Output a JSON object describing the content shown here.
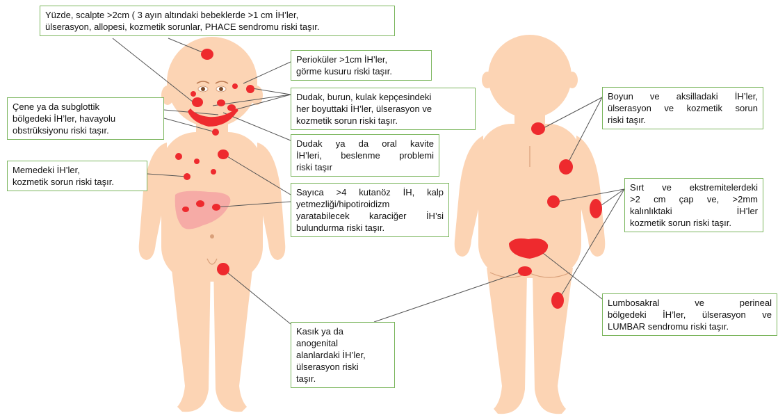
{
  "colors": {
    "skin": "#fcd4b4",
    "skin_shadow": "#f5c39c",
    "lesion": "#ee2a2e",
    "liver": "#f4a3a3",
    "box_border": "#7ab55c",
    "leader": "#555555"
  },
  "callouts": {
    "face_scalp": [
      "Yüzde, scalpte >2cm ( 3 ayın altındaki bebeklerde >1 cm İH’ler,",
      "ülserasyon, allopesi, kozmetik sorunlar, PHACE sendromu riski taşır."
    ],
    "periocular": [
      "Perioküler >1cm İH’ler,",
      "görme kusuru riski taşır."
    ],
    "lip_nose_ear": [
      "Dudak, burun, kulak kepçesindeki",
      "her boyuttaki İH’ler, ülserasyon ve",
      "kozmetik sorun riski taşır."
    ],
    "chin_subglottic": [
      "Çene ya da subglottik",
      "bölgedeki İH’ler, havayolu",
      "obstrüksiyonu riski taşır."
    ],
    "oral_cavity": [
      "Dudak ya da oral kavite",
      "İH’leri, beslenme problemi",
      "riski taşır"
    ],
    "breast": [
      "Memedeki İH’ler,",
      "kozmetik sorun riski taşır."
    ],
    "multiple_cutaneous": [
      "Sayıca >4 kutanöz İH, kalp",
      "yetmezliği/hipotiroidizm",
      "yaratabilecek karaciğer İH’si",
      "bulundurma riski taşır."
    ],
    "groin_anogenital": [
      "Kasık ya da",
      "anogenital",
      "alanlardaki İH’ler,",
      "ülserasyon riski",
      "taşır."
    ],
    "neck_axilla": [
      "Boyun ve aksilladaki İH’ler,",
      "ülserasyon ve kozmetik sorun",
      "riski taşır."
    ],
    "back_extremity": [
      "Sırt ve ekstremitelerdeki",
      ">2 cm çap ve, >2mm",
      "kalınlıktaki İH’ler",
      "kozmetik sorun riski taşır."
    ],
    "lumbosacral": [
      "Lumbosakral ve perineal",
      "bölgedeki İH’ler, ülserasyon ve",
      "LUMBAR sendromu riski taşır."
    ]
  }
}
